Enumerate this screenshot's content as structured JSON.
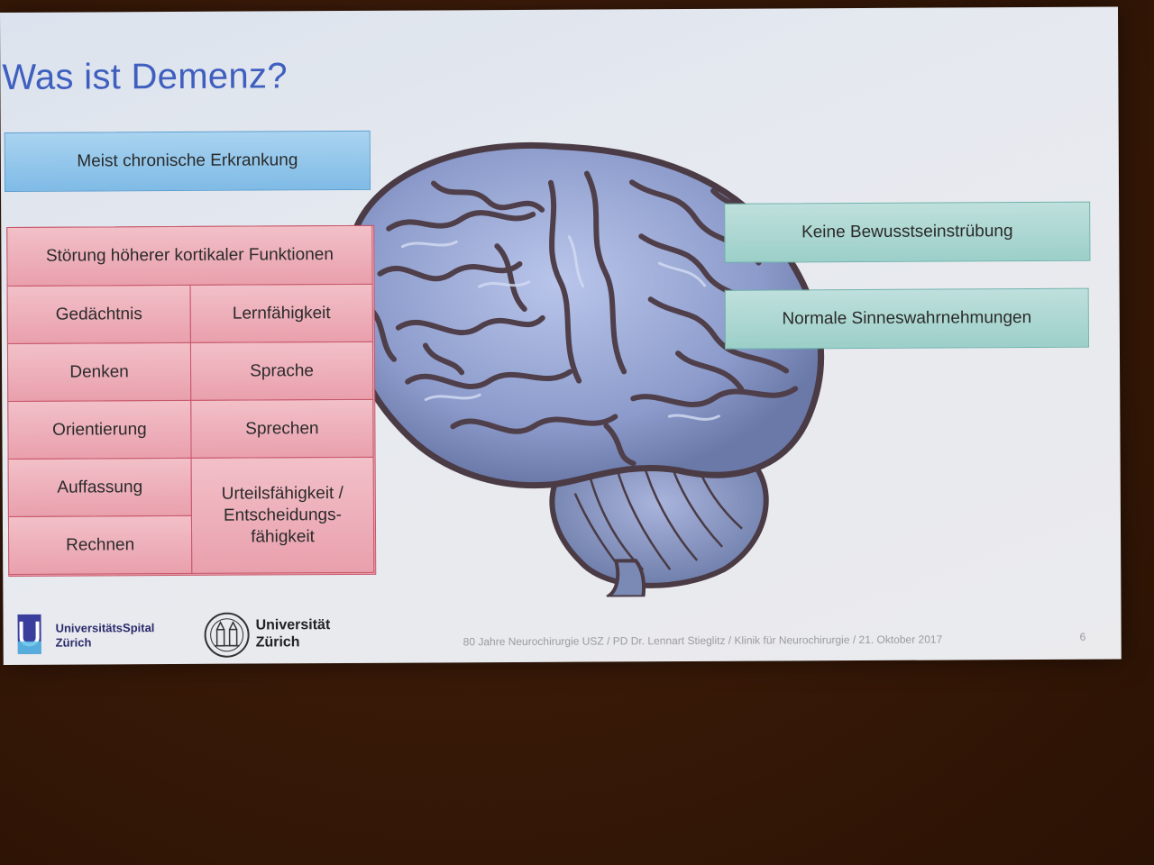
{
  "slide": {
    "title": "Was ist Demenz?",
    "left_top_box": "Meist chronische Erkrankung",
    "grid": {
      "header": "Störung höherer kortikaler Funktionen",
      "rows": [
        [
          "Gedächtnis",
          "Lernfähigkeit"
        ],
        [
          "Denken",
          "Sprache"
        ],
        [
          "Orientierung",
          "Sprechen"
        ],
        [
          "Auffassung",
          "Urteilsfähigkeit / Entscheidungs-fähigkeit"
        ],
        [
          "Rechnen"
        ]
      ],
      "judgement_lines": [
        "Urteilsfähigkeit /",
        "Entscheidungs-",
        "fähigkeit"
      ]
    },
    "right_boxes": [
      "Keine Bewusstseinstrübung",
      "Normale Sinneswahrnehmungen"
    ],
    "footer": {
      "text": "80 Jahre Neurochirurgie USZ / PD Dr. Lennart Stieglitz / Klinik für Neurochirurgie  /  21. Oktober 2017",
      "page": "6",
      "logo_usz": [
        "UniversitätsSpital",
        "Zürich"
      ],
      "logo_uzh": [
        "Universität",
        "Zürich"
      ]
    }
  },
  "colors": {
    "title": "#3f5fbf",
    "blue_box": "#8cc4ea",
    "pink_box": "#ecaab5",
    "teal_box": "#aed7d2",
    "brain": "#8f9fcc",
    "background": "#3a1a08"
  }
}
